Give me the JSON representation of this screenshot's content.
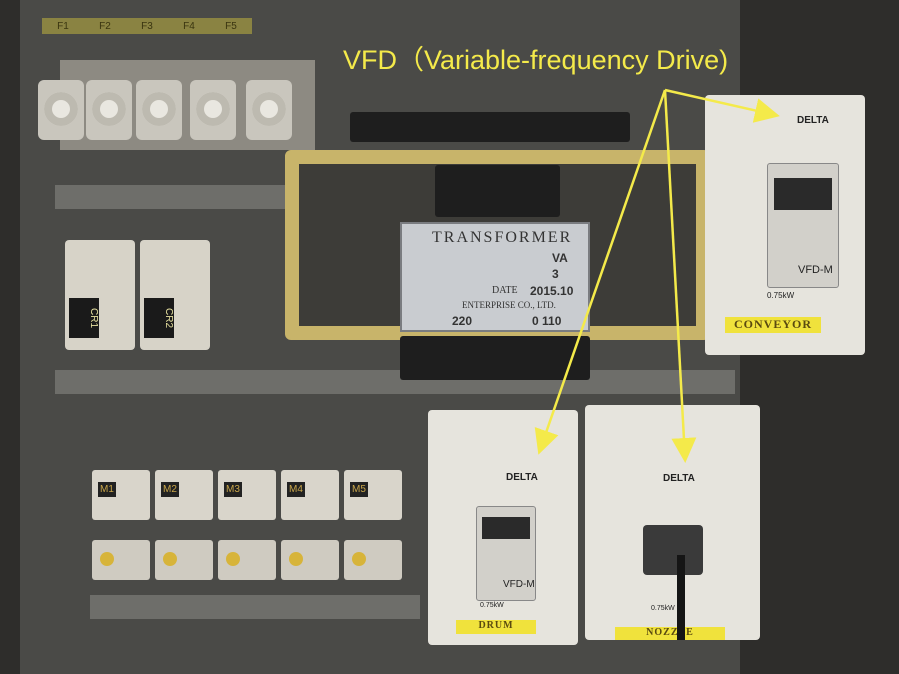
{
  "annotation": {
    "title": "VFD（Variable-frequency Drive)",
    "color": "#f4ea4a"
  },
  "fuse_labels": [
    "F1",
    "F2",
    "F3",
    "F4",
    "F5"
  ],
  "transformer_plate": {
    "title": "TRANSFORMER",
    "va": "VA",
    "ph": "3",
    "date_label": "DATE",
    "date": "2015.10",
    "maker": "ENTERPRISE CO., LTD.",
    "voltage_left": "220",
    "voltage_right": "0 110"
  },
  "relays": [
    "CR1",
    "CR2"
  ],
  "contactors": [
    "M1",
    "M2",
    "M3",
    "M4",
    "M5"
  ],
  "vfds": [
    {
      "brand": "DELTA",
      "model": "VFD-M",
      "power": "0.75kW",
      "label": "CONVEYOR"
    },
    {
      "brand": "DELTA",
      "model": "VFD-M",
      "power": "0.75kW",
      "label": "DRUM"
    },
    {
      "brand": "DELTA",
      "power": "0.75kW",
      "label": "NOZZLE"
    }
  ]
}
